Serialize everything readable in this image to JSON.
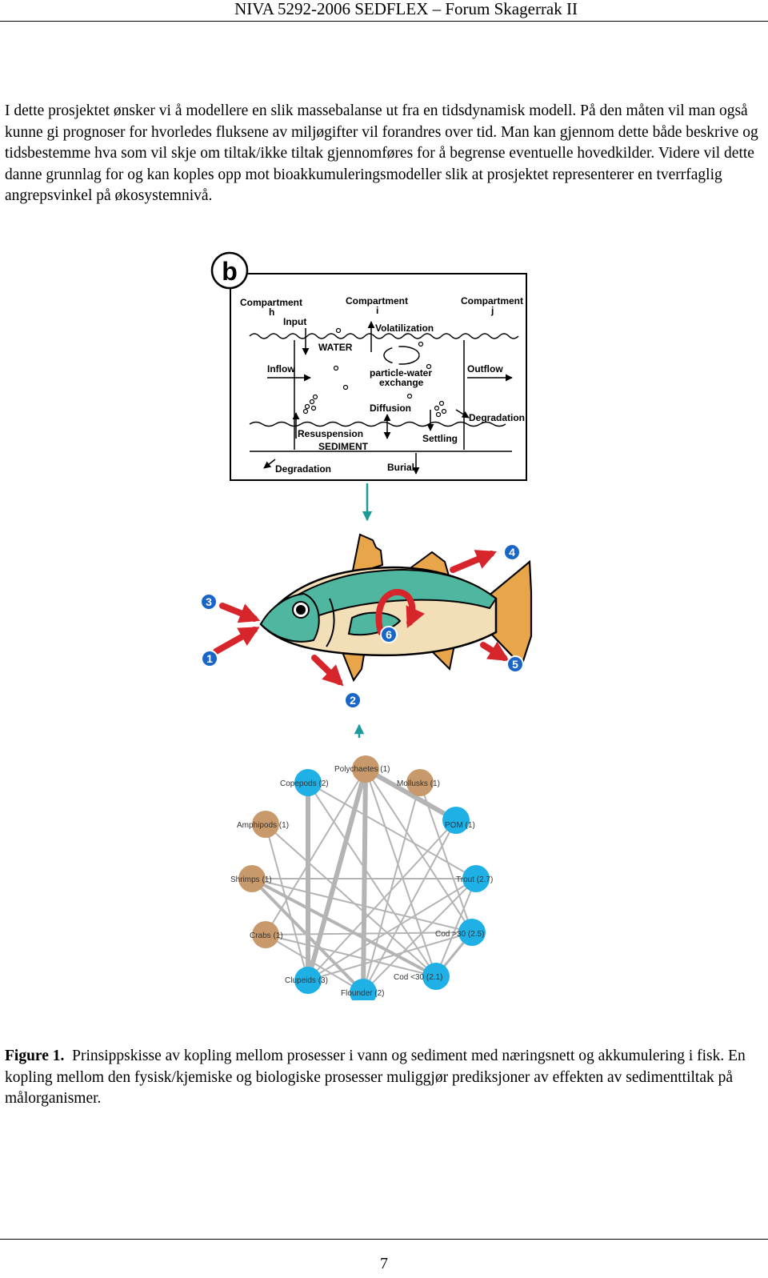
{
  "header": {
    "title": "NIVA 5292-2006   SEDFLEX – Forum Skagerrak II"
  },
  "body_paragraph": "I dette prosjektet ønsker vi å modellere en slik massebalanse ut fra en tidsdynamisk modell. På den måten vil man også kunne gi prognoser for hvorledes fluksene av miljøgifter vil forandres over tid. Man kan gjennom dette både beskrive og tidsbestemme hva som vil skje om tiltak/ikke tiltak gjennomføres for å begrense eventuelle hovedkilder. Videre vil dette danne grunnlag for og kan koples opp mot bioakkumuleringsmodeller slik at prosjektet representerer en tverrfaglig angrepsvinkel på økosystemnivå.",
  "figure": {
    "panel_letter": "b",
    "compartment_labels": [
      {
        "name": "Compartment",
        "letter": "h"
      },
      {
        "name": "Compartment",
        "letter": "i"
      },
      {
        "name": "Compartment",
        "letter": "j"
      }
    ],
    "process_labels": {
      "input": "Input",
      "volatilization": "Volatilization",
      "water": "WATER",
      "inflow": "Inflow",
      "exchange_1": "particle-water",
      "exchange_2": "exchange",
      "outflow": "Outflow",
      "diffusion": "Diffusion",
      "degradation_water": "Degradation",
      "resuspension": "Resuspension",
      "settling": "Settling",
      "sediment": "SEDIMENT",
      "degradation_sediment": "Degradation",
      "burial": "Burial"
    },
    "fish_markers": [
      "1",
      "2",
      "3",
      "4",
      "5",
      "6"
    ],
    "food_web_nodes": [
      {
        "label": "Polychaetes (1)",
        "color": "#c8996a"
      },
      {
        "label": "Mollusks (1)",
        "color": "#c8996a"
      },
      {
        "label": "POM (1)",
        "color": "#1fb0e6"
      },
      {
        "label": "Trout (2.7)",
        "color": "#1fb0e6"
      },
      {
        "label": "Cod >30 (2.5)",
        "color": "#1fb0e6"
      },
      {
        "label": "Cod <30 (2.1)",
        "color": "#1fb0e6"
      },
      {
        "label": "Flounder (2)",
        "color": "#1fb0e6"
      },
      {
        "label": "Clupeids (3)",
        "color": "#1fb0e6"
      },
      {
        "label": "Crabs (1)",
        "color": "#c8996a"
      },
      {
        "label": "Shrimps (1)",
        "color": "#c8996a"
      },
      {
        "label": "Amphipods (1)",
        "color": "#c8996a"
      },
      {
        "label": "Copepods (2)",
        "color": "#1fb0e6"
      }
    ]
  },
  "caption": {
    "label": "Figure 1.",
    "text": "Prinsippskisse av kopling mellom prosesser i vann og sediment med næringsnett og akkumulering i fisk. En kopling mellom den fysisk/kjemiske og biologiske prosesser muliggjør prediksjoner av effekten av sedimenttiltak på målorganismer."
  },
  "page_number": "7",
  "colors": {
    "teal_arrow": "#1b9a9a",
    "red_arrow": "#d6262b",
    "fish_green": "#4fb6a0",
    "fin_orange": "#e9a54a",
    "marker_blue": "#1a66c8"
  }
}
